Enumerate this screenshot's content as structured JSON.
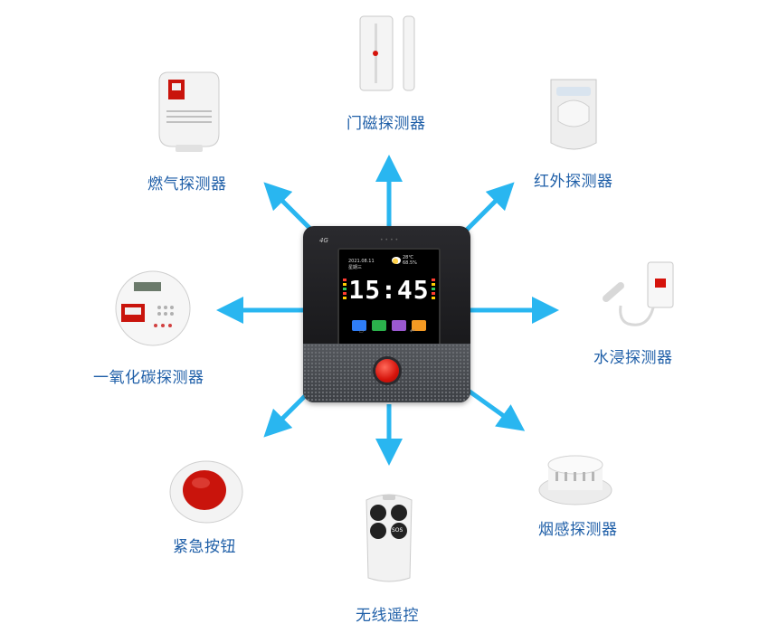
{
  "center_device": {
    "name": "hub",
    "screen": {
      "date": "2021.08.11",
      "weekday": "星期三",
      "time": "15:45",
      "temperature": "28℃",
      "humidity": "68.5%",
      "logo": "4G"
    },
    "colors": {
      "button": "#d5130b",
      "body": "#1a1a1c",
      "speaker": "#4a4d52"
    }
  },
  "peripherals": [
    {
      "id": "door-sensor",
      "label": "门磁探测器",
      "icon": "door-magnet-sensor"
    },
    {
      "id": "pir-sensor",
      "label": "红外探测器",
      "icon": "pir-motion-sensor"
    },
    {
      "id": "water-sensor",
      "label": "水浸探测器",
      "icon": "water-leak-sensor"
    },
    {
      "id": "smoke-sensor",
      "label": "烟感探测器",
      "icon": "smoke-detector"
    },
    {
      "id": "remote",
      "label": "无线遥控",
      "icon": "wireless-remote",
      "remote_sos": "SOS"
    },
    {
      "id": "panic-button",
      "label": "紧急按钮",
      "icon": "emergency-button"
    },
    {
      "id": "co-sensor",
      "label": "一氧化碳探测器",
      "icon": "co-detector"
    },
    {
      "id": "gas-sensor",
      "label": "燃气探测器",
      "icon": "gas-detector"
    }
  ],
  "colors": {
    "arrow": "#29b6f0",
    "label_text": "#1f5fa8"
  }
}
